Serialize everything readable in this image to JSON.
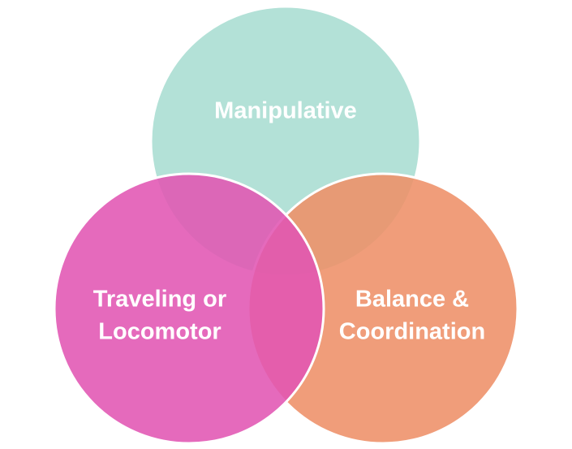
{
  "diagram": {
    "type": "venn",
    "circles": [
      {
        "id": "manipulative",
        "lines": [
          "Manipulative"
        ],
        "color": "#a9ddd2"
      },
      {
        "id": "balance",
        "lines": [
          "Balance &",
          "Coordination"
        ],
        "color": "#ee8f68"
      },
      {
        "id": "traveling",
        "lines": [
          "Traveling or",
          "Locomotor"
        ],
        "color": "#e155b3"
      }
    ]
  }
}
